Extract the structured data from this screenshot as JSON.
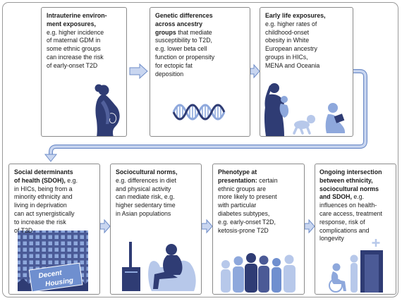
{
  "boxes": [
    {
      "lines": [
        [
          {
            "t": "Intrauterine environ-",
            "b": true
          }
        ],
        [
          {
            "t": "ment exposures,",
            "b": true
          }
        ],
        [
          {
            "t": "e.g. higher incidence"
          }
        ],
        [
          {
            "t": "of maternal GDM in"
          }
        ],
        [
          {
            "t": "some ethnic groups"
          }
        ],
        [
          {
            "t": "can increase the risk"
          }
        ],
        [
          {
            "t": "of early-onset T2D"
          }
        ]
      ]
    },
    {
      "lines": [
        [
          {
            "t": "Genetic differences",
            "b": true
          }
        ],
        [
          {
            "t": "across ancestry",
            "b": true
          }
        ],
        [
          {
            "t": "groups",
            "b": true
          },
          {
            "t": " that mediate"
          }
        ],
        [
          {
            "t": "susceptibility to T2D,"
          }
        ],
        [
          {
            "t": "e.g. lower beta cell"
          }
        ],
        [
          {
            "t": "function or propensity"
          }
        ],
        [
          {
            "t": "for ectopic fat"
          }
        ],
        [
          {
            "t": "deposition"
          }
        ]
      ]
    },
    {
      "lines": [
        [
          {
            "t": "Early life exposures,",
            "b": true
          }
        ],
        [
          {
            "t": "e.g. higher rates of"
          }
        ],
        [
          {
            "t": "childhood-onset"
          }
        ],
        [
          {
            "t": "obesity in White"
          }
        ],
        [
          {
            "t": "European ancestry"
          }
        ],
        [
          {
            "t": "groups in HICs,"
          }
        ],
        [
          {
            "t": "MENA and Oceania"
          }
        ]
      ]
    },
    {
      "lines": [
        [
          {
            "t": "Social determinants",
            "b": true
          }
        ],
        [
          {
            "t": "of health (SDOH),",
            "b": true
          },
          {
            "t": " e.g."
          }
        ],
        [
          {
            "t": "in HICs, being from a"
          }
        ],
        [
          {
            "t": "minority ethnicity and"
          }
        ],
        [
          {
            "t": "living in deprivation"
          }
        ],
        [
          {
            "t": "can act synergistically"
          }
        ],
        [
          {
            "t": "to increase the risk"
          }
        ],
        [
          {
            "t": "of T2D"
          }
        ]
      ]
    },
    {
      "lines": [
        [
          {
            "t": "Sociocultural norms,",
            "b": true
          }
        ],
        [
          {
            "t": "e.g. differences in diet"
          }
        ],
        [
          {
            "t": "and physical activity"
          }
        ],
        [
          {
            "t": "can mediate risk, e.g."
          }
        ],
        [
          {
            "t": "higher sedentary time"
          }
        ],
        [
          {
            "t": "in Asian populations"
          }
        ]
      ]
    },
    {
      "lines": [
        [
          {
            "t": "Phenotype at",
            "b": true
          }
        ],
        [
          {
            "t": "presentation:",
            "b": true
          },
          {
            "t": " certain"
          }
        ],
        [
          {
            "t": "ethnic groups are"
          }
        ],
        [
          {
            "t": "more likely to present"
          }
        ],
        [
          {
            "t": "with particular"
          }
        ],
        [
          {
            "t": "diabetes subtypes,"
          }
        ],
        [
          {
            "t": "e.g. early-onset T2D,"
          }
        ],
        [
          {
            "t": "ketosis-prone T2D"
          }
        ]
      ]
    },
    {
      "lines": [
        [
          {
            "t": "Ongoing intersection",
            "b": true
          }
        ],
        [
          {
            "t": "between ethnicity,",
            "b": true
          }
        ],
        [
          {
            "t": "sociocultural norms",
            "b": true
          }
        ],
        [
          {
            "t": "and SDOH,",
            "b": true
          },
          {
            "t": " e.g."
          }
        ],
        [
          {
            "t": "influences on health-"
          }
        ],
        [
          {
            "t": "care access, treatment"
          }
        ],
        [
          {
            "t": "response, risk of"
          }
        ],
        [
          {
            "t": "complications and"
          }
        ],
        [
          {
            "t": "longevity"
          }
        ]
      ]
    }
  ],
  "housing_sign": {
    "line1": "Decent",
    "line2": "Housing"
  },
  "colors": {
    "navy": "#2f3c74",
    "dark_blue": "#4b5a96",
    "mid_blue": "#6f8fcf",
    "soft_blue": "#8ea8dc",
    "light_blue": "#b7c8ea",
    "arrow_fill": "#c9d6f0",
    "arrow_stroke": "#6f8dc8",
    "border": "#8a8a8a"
  }
}
